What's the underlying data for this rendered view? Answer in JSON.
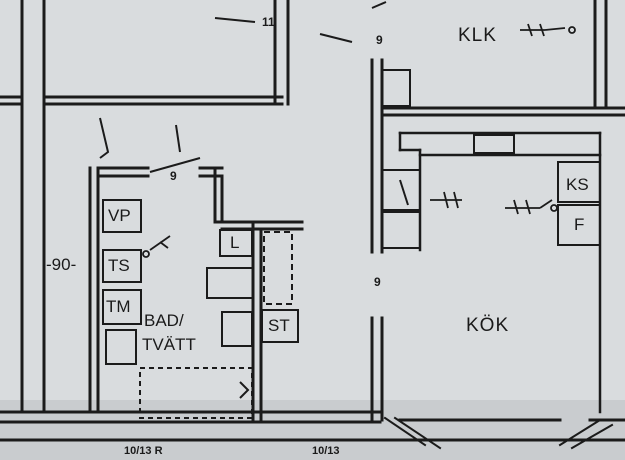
{
  "rooms": {
    "klk": "KLK",
    "kok": "KÖK",
    "bad_line1": "BAD/",
    "bad_line2": "TVÄTT"
  },
  "fixtures": {
    "vp": "VP",
    "ts": "TS",
    "tm": "TM",
    "l": "L",
    "st": "ST",
    "ks": "KS",
    "f": "F"
  },
  "dimensions": {
    "minus_90": "-90-",
    "door_11": "11",
    "door_9_top": "9",
    "door_9_bad": "9",
    "door_9_mid": "9",
    "win_left": "10/13 R",
    "win_right": "10/13"
  }
}
